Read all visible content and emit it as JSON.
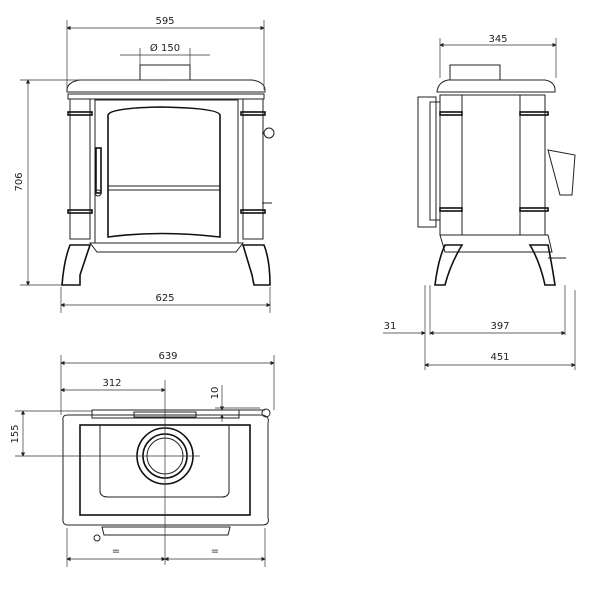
{
  "drawing": {
    "front_view": {
      "width_top": "595",
      "flue_diameter": "Ø 150",
      "height": "706",
      "width_base": "625"
    },
    "side_view": {
      "depth_top": "345",
      "offset": "31",
      "depth_body": "397",
      "depth_total": "451"
    },
    "top_view": {
      "width_total": "639",
      "flue_center_x": "312",
      "flue_offset_top": "10",
      "flue_center_y": "155",
      "equal_left": "=",
      "equal_right": "="
    }
  }
}
